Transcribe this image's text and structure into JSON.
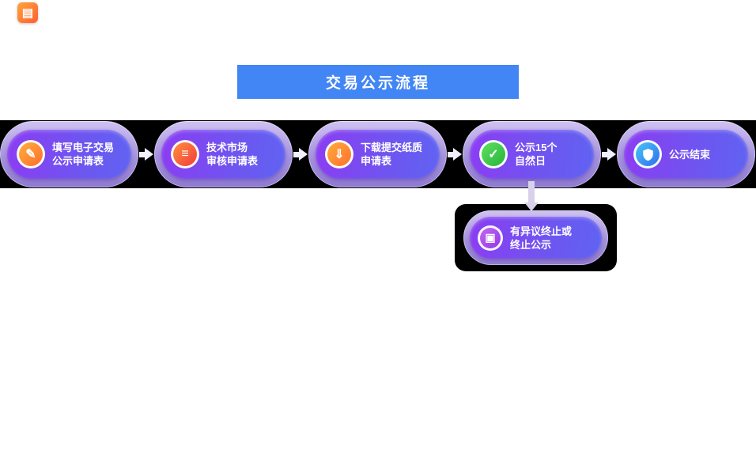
{
  "header": {
    "title": "交易公示流程",
    "bg_color": "#4285f4",
    "text_color": "#ffffff"
  },
  "corner_icon": {
    "name": "document-icon",
    "glyph": "▤",
    "color_from": "#ffa43c",
    "color_to": "#ff5f2e"
  },
  "flow": {
    "band_color": "#000000",
    "arrow_color": "#f2efff",
    "nodes": [
      {
        "line1": "填写电子交易",
        "line2": "公示申请表",
        "icon": "form-edit-icon",
        "glyph": "✎",
        "color_from": "#ffb03a",
        "color_to": "#ff6d2d"
      },
      {
        "line1": "技术市场",
        "line2": "审核申请表",
        "icon": "review-list-icon",
        "glyph": "≡",
        "color_from": "#ff8f3c",
        "color_to": "#f23c3c"
      },
      {
        "line1": "下载提交纸质",
        "line2": "申请表",
        "icon": "download-icon",
        "glyph": "⇓",
        "color_from": "#ffab3a",
        "color_to": "#ff7030"
      },
      {
        "line1": "公示15个",
        "line2": "自然日",
        "icon": "check-icon",
        "glyph": "✓",
        "color_from": "#5fe05f",
        "color_to": "#27b43e"
      },
      {
        "line1": "公示结束",
        "line2": "",
        "icon": "shield-icon",
        "glyph": "",
        "color_from": "#49c6f5",
        "color_to": "#2f6df0"
      }
    ],
    "branch": {
      "line1": "有异议终止或",
      "line2": "终止公示",
      "icon": "terminate-icon",
      "glyph": "▣",
      "color_from": "#c168f2",
      "color_to": "#9438e8"
    }
  }
}
